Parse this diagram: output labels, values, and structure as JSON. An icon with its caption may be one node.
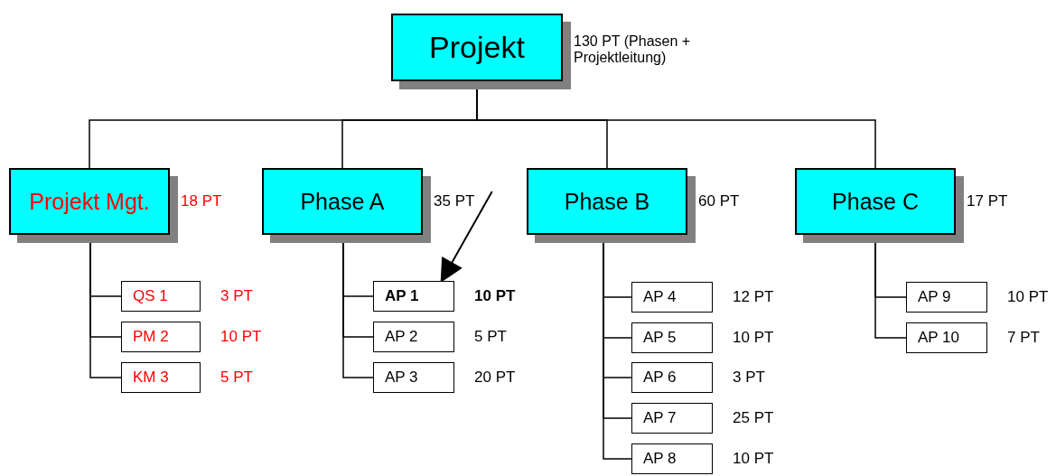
{
  "diagram": {
    "nodes": [
      {
        "text": [
          "Projekt"
        ],
        "beside": [
          "130 PT (Phasen + Projektleitung)"
        ]
      },
      {
        "text": [
          "Projekt Mgt."
        ],
        "beside": [
          "18 PT"
        ]
      },
      {
        "text": [
          "Phase A"
        ],
        "beside": [
          "35 PT"
        ]
      },
      {
        "text": [
          "Phase B"
        ],
        "beside": [
          "60 PT"
        ]
      },
      {
        "text": [
          "Phase C"
        ],
        "beside": [
          "17 PT"
        ]
      },
      {
        "text": [
          "QS 1"
        ],
        "beside": [
          "3 PT"
        ]
      },
      {
        "text": [
          "PM 2"
        ],
        "beside": [
          "10 PT"
        ]
      },
      {
        "text": [
          "KM 3"
        ],
        "beside": [
          "5 PT"
        ]
      },
      {
        "text": [
          "AP 1"
        ],
        "beside": [
          "10 PT"
        ]
      },
      {
        "text": [
          "AP 2"
        ],
        "beside": [
          "5 PT"
        ]
      },
      {
        "text": [
          "AP 3"
        ],
        "beside": [
          "20 PT"
        ]
      },
      {
        "text": [
          "AP 4"
        ],
        "beside": [
          "12 PT"
        ]
      },
      {
        "text": [
          "AP 5"
        ],
        "beside": [
          "10 PT"
        ]
      },
      {
        "text": [
          "AP 6"
        ],
        "beside": [
          "3 PT"
        ]
      },
      {
        "text": [
          "AP 7"
        ],
        "beside": [
          "25 PT"
        ]
      },
      {
        "text": [
          "AP 8"
        ],
        "beside": [
          "10 PT"
        ]
      },
      {
        "text": [
          "AP 9"
        ],
        "beside": [
          "10 PT"
        ]
      },
      {
        "text": [
          "AP 10"
        ],
        "beside": [
          "7 PT"
        ]
      }
    ],
    "edges": [
      {
        "from": 0,
        "to": 1,
        "arrow": "none"
      },
      {
        "from": 0,
        "to": 2,
        "arrow": "none"
      },
      {
        "from": 0,
        "to": 3,
        "arrow": "none"
      },
      {
        "from": 0,
        "to": 4,
        "arrow": "none"
      },
      {
        "from": 1,
        "to": 5,
        "arrow": "none"
      },
      {
        "from": 1,
        "to": 6,
        "arrow": "none"
      },
      {
        "from": 1,
        "to": 7,
        "arrow": "none"
      },
      {
        "from": 2,
        "to": 8,
        "arrow": "none"
      },
      {
        "from": 2,
        "to": 9,
        "arrow": "none"
      },
      {
        "from": 2,
        "to": 10,
        "arrow": "none"
      },
      {
        "from": 3,
        "to": 11,
        "arrow": "none"
      },
      {
        "from": 3,
        "to": 12,
        "arrow": "none"
      },
      {
        "from": 3,
        "to": 13,
        "arrow": "none"
      },
      {
        "from": 3,
        "to": 14,
        "arrow": "none"
      },
      {
        "from": 3,
        "to": 15,
        "arrow": "none"
      },
      {
        "from": 4,
        "to": 16,
        "arrow": "none"
      },
      {
        "from": 4,
        "to": 17,
        "arrow": "none"
      },
      {
        "from": null,
        "to": 8,
        "arrow": "to"
      }
    ]
  }
}
